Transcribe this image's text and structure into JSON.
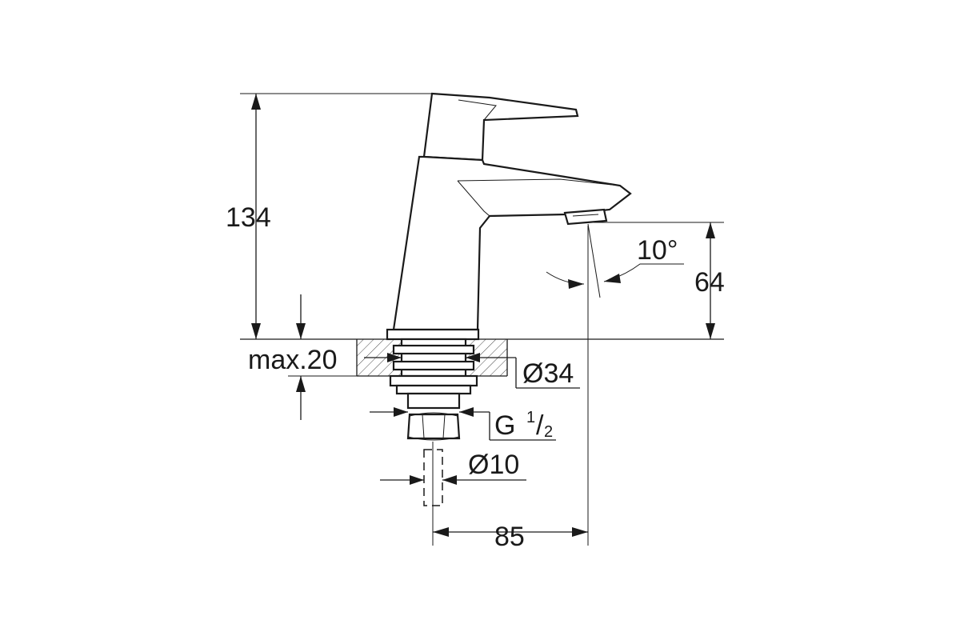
{
  "dimensions": {
    "height_total": "134",
    "spout_height": "64",
    "angle": "10°",
    "max_thickness": "max.20",
    "diameter_base": "Ø34",
    "thread_prefix": "G",
    "thread_num": "1",
    "thread_sep": "/",
    "thread_den": "2",
    "diameter_pipe": "Ø10",
    "projection": "85"
  }
}
